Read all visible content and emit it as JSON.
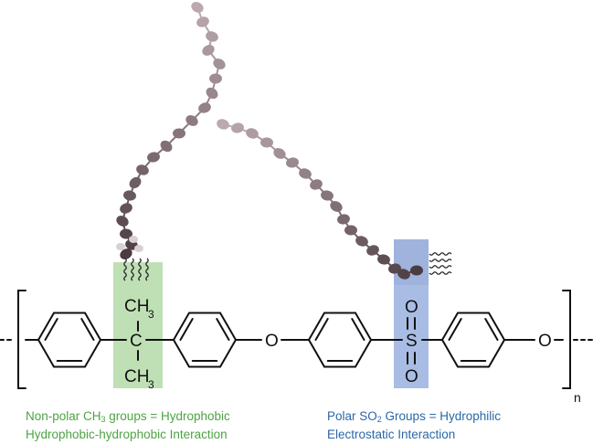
{
  "atoms": {
    "ch3_top": "CH",
    "ch3_top_sub": "3",
    "ch3_bottom": "CH",
    "ch3_bottom_sub": "3",
    "carbon": "C",
    "oxygen_ether": "O",
    "oxygen_end": "O",
    "sulfur": "S",
    "oxygen_sulfonyl_top": "O",
    "oxygen_sulfonyl_bottom": "O",
    "repeat_unit": "n"
  },
  "captions": {
    "hydrophobic": {
      "line1_pre": "Non-polar CH",
      "line1_sub": "3",
      "line1_post": " groups = Hydrophobic",
      "line2": "Hydrophobic-hydrophobic Interaction"
    },
    "hydrophilic": {
      "line1_pre": "Polar SO",
      "line1_sub": "2",
      "line1_post": " Groups = Hydrophilic",
      "line2": "Electrostatic Interaction"
    }
  },
  "colors": {
    "hydrophobic_highlight": "#bfe0b5",
    "hydrophilic_highlight": "#a9bde4",
    "hydrophobic_text": "#4ca443",
    "hydrophilic_text": "#2a68a8",
    "chain_dark": "#4b3c42",
    "chain_light": "#bba9ae"
  }
}
